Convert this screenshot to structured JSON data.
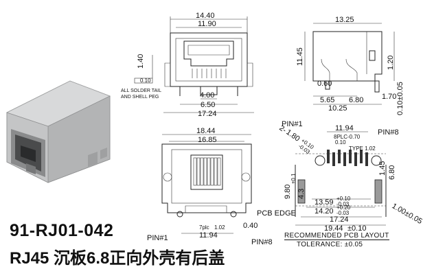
{
  "part_number": "91-RJ01-042",
  "description": "RJ45 沉板6.8正向外壳有后盖",
  "front_view": {
    "dim_overall_width": "14.40",
    "dim_opening_width": "11.90",
    "dim_tail_height": "1.40",
    "tail_note_value": "0.10",
    "tail_note_line1": "ALL SOLDER TAIL",
    "tail_note_line2": "AND SHELL PEG",
    "dim_center_peg": "4.00",
    "dim_peg_span": "6.50",
    "dim_base_width": "17.24"
  },
  "side_view": {
    "dim_length": "13.25",
    "dim_height": "11.45",
    "dim_step_height": "1.20",
    "dim_stub": "0.60",
    "dim_peg_tol": "0.10±0.05",
    "dim_peg_len": "1.70",
    "dim_offset_a": "5.65",
    "dim_offset_b": "6.80",
    "dim_total_offset": "10.25"
  },
  "bottom_view": {
    "dim_total_width": "18.44",
    "dim_inner_width": "16.85",
    "dim_pin_span": "11.94",
    "dim_pitch_label": "7plc",
    "dim_pitch_value": "1.02",
    "dim_pin_width": "0.40",
    "pin1_label": "PIN#1",
    "pin8_label": "PIN#8"
  },
  "pcb_layout": {
    "pin1_label": "PIN#1",
    "pin8_label": "PIN#8",
    "hole_count": "2-",
    "hole_dia": "1.80",
    "hole_tol_plus": "+0.10",
    "hole_tol_minus": "-0.03",
    "dim_pin_span": "11.94",
    "pad_spec": "8PLC-0.70",
    "pad_tol": "0.10",
    "type_label": "TYPE 1.02",
    "dim_left_a": "9.80",
    "dim_left_a_tol": "±0.1",
    "dim_left_b": "4.3",
    "dim_right_a": "6.80",
    "dim_right_b": "1.45",
    "dim_peg_spacing": "13.59",
    "dim_peg_spacing_tol_plus": "+0.10",
    "dim_peg_spacing_tol_minus": "-0.03",
    "dim_mid": "14.20",
    "dim_mid_tol_plus": "+0.20",
    "dim_mid_tol_minus": "-0.03",
    "dim_outer": "17.24",
    "dim_edge": "19.44",
    "dim_edge_tol": "±0.10",
    "peg_dia": "1.00±0.05",
    "pcb_edge_label": "PCB EDGE",
    "title": "RECOMMENDED PCB LAYOUT",
    "tolerance": "TOLERANCE: ±0.05"
  },
  "colors": {
    "line": "#222222",
    "shell_light": "#c9cacb",
    "shell_mid": "#a7a8a9",
    "shell_dark": "#6e6f70",
    "pad_fill": "#9a9a9a"
  }
}
